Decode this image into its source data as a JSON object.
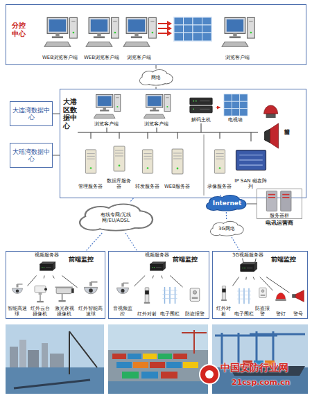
{
  "diagram": {
    "nodes": [
      {
        "text": [
          "分控中心"
        ]
      },
      {
        "text": [
          "WEB浏览客户端"
        ],
        "in": 0
      },
      {
        "text": [
          "WEB浏览客户端"
        ],
        "in": 0
      },
      {
        "text": [
          "浏览客户端"
        ],
        "in": 0
      },
      {
        "text": [
          "浏览客户端"
        ],
        "in": 0
      },
      {
        "text": [
          "网络"
        ]
      },
      {
        "text": [
          "大连湾数据中心"
        ]
      },
      {
        "text": [
          "大瑶湾数据中心"
        ]
      },
      {
        "text": [
          "大港区数据中心"
        ]
      },
      {
        "text": [
          "浏览客户端"
        ],
        "in": 8
      },
      {
        "text": [
          "浏览客户端"
        ],
        "in": 8
      },
      {
        "text": [
          "解码主机"
        ],
        "in": 8
      },
      {
        "text": [
          "电视墙"
        ],
        "in": 8
      },
      {
        "text": [
          "报警输出"
        ],
        "in": 8
      },
      {
        "text": [
          "管理服务器"
        ],
        "in": 8
      },
      {
        "text": [
          "数据库服务器"
        ],
        "in": 8
      },
      {
        "text": [
          "转发服务器"
        ],
        "in": 8
      },
      {
        "text": [
          "WEB服务器"
        ],
        "in": 8
      },
      {
        "text": [
          "录像服务器"
        ],
        "in": 8
      },
      {
        "text": [
          "IP SAN 磁盘阵列"
        ],
        "in": 8
      },
      {
        "text": [
          "有线专网/无线网/EU/ADSL"
        ]
      },
      {
        "text": [
          "Internet"
        ]
      },
      {
        "text": [
          "服务器群",
          "电讯运营商"
        ]
      },
      {
        "text": [
          "3G网络"
        ]
      },
      {
        "text": [
          "前端监控"
        ]
      },
      {
        "text": [
          "视频服务器"
        ],
        "in": 24
      },
      {
        "text": [
          "智能高速球"
        ],
        "in": 24
      },
      {
        "text": [
          "红外云台摄像机"
        ],
        "in": 24
      },
      {
        "text": [
          "激光夜视摄像机"
        ],
        "in": 24
      },
      {
        "text": [
          "红外智能高速球"
        ],
        "in": 24
      },
      {
        "text": [
          "前端监控"
        ]
      },
      {
        "text": [
          "视频服务器"
        ],
        "in": 30
      },
      {
        "text": [
          "音视频监控"
        ],
        "in": 30
      },
      {
        "text": [
          "红外对射"
        ],
        "in": 30
      },
      {
        "text": [
          "电子围栏"
        ],
        "in": 30
      },
      {
        "text": [
          "防盗报警"
        ],
        "in": 30
      },
      {
        "text": [
          "前端监控"
        ]
      },
      {
        "text": [
          "3G视频服务器"
        ],
        "in": 36
      },
      {
        "text": [
          "红外对射"
        ],
        "in": 36
      },
      {
        "text": [
          "电子围栏"
        ],
        "in": 36
      },
      {
        "text": [
          "防盗报警"
        ],
        "in": 36
      },
      {
        "text": [
          "警灯"
        ],
        "in": 36
      },
      {
        "text": [
          "警号"
        ],
        "in": 36
      }
    ],
    "edges": [
      {
        "from": 0,
        "to": 5,
        "arrow": "none"
      },
      {
        "from": 5,
        "to": 8,
        "arrow": "none"
      },
      {
        "from": 6,
        "to": 8,
        "arrow": "none"
      },
      {
        "from": 7,
        "to": 8,
        "arrow": "none"
      },
      {
        "from": 11,
        "to": 12,
        "arrow": "to"
      },
      {
        "from": 8,
        "to": 20,
        "arrow": "none"
      },
      {
        "from": 20,
        "to": 24,
        "arrow": "none"
      },
      {
        "from": 20,
        "to": 30,
        "arrow": "none"
      },
      {
        "from": 8,
        "to": 21,
        "arrow": "none"
      },
      {
        "from": 22,
        "to": 21,
        "arrow": "none"
      },
      {
        "from": 21,
        "to": 23,
        "arrow": "none"
      },
      {
        "from": 23,
        "to": 36,
        "arrow": "none"
      },
      {
        "from": 25,
        "to": 26,
        "arrow": "none"
      },
      {
        "from": 25,
        "to": 27,
        "arrow": "none"
      },
      {
        "from": 25,
        "to": 28,
        "arrow": "none"
      },
      {
        "from": 25,
        "to": 29,
        "arrow": "none"
      },
      {
        "from": 31,
        "to": 32,
        "arrow": "none"
      },
      {
        "from": 31,
        "to": 33,
        "arrow": "none"
      },
      {
        "from": 31,
        "to": 34,
        "arrow": "none"
      },
      {
        "from": 31,
        "to": 35,
        "arrow": "none"
      },
      {
        "from": 37,
        "to": 38,
        "arrow": "none"
      },
      {
        "from": 37,
        "to": 39,
        "arrow": "none"
      },
      {
        "from": 37,
        "to": 40,
        "arrow": "none"
      },
      {
        "from": 37,
        "to": 41,
        "arrow": "none"
      },
      {
        "from": 37,
        "to": 42,
        "arrow": "none"
      }
    ],
    "labels": [
      "中国安防行业网",
      "21csp.com.cn"
    ]
  }
}
